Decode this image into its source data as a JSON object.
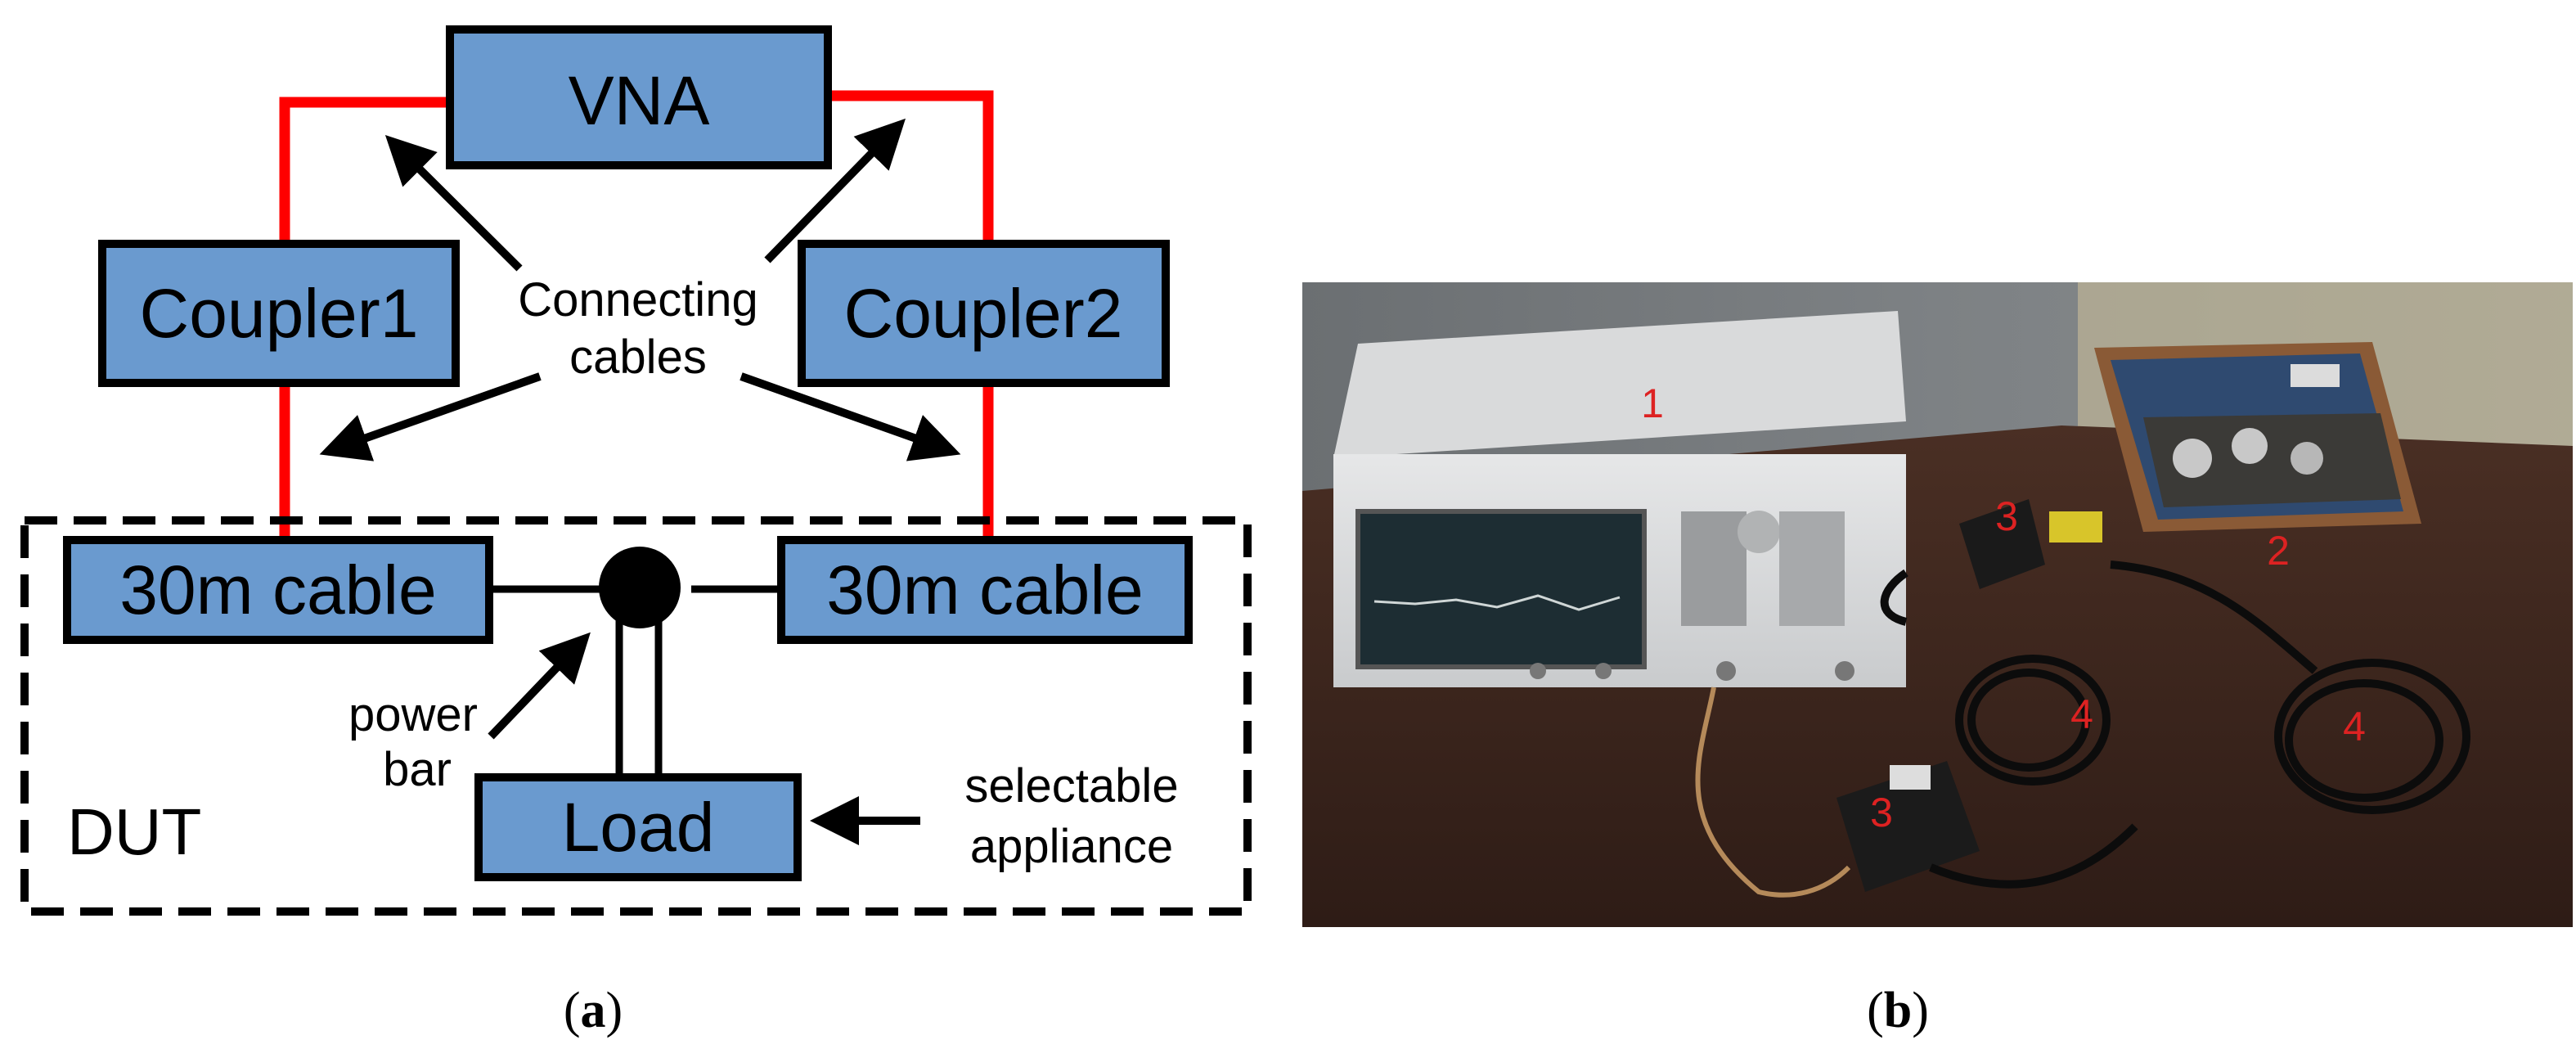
{
  "diagram": {
    "boxes": {
      "vna": "VNA",
      "coupler1": "Coupler1",
      "coupler2": "Coupler2",
      "cable_left": "30m cable",
      "cable_right": "30m cable",
      "load": "Load"
    },
    "annotations": {
      "connecting_line1": "Connecting",
      "connecting_line2": "cables",
      "power_line1": "power",
      "power_line2": "bar",
      "dut": "DUT",
      "selectable_line1": "selectable",
      "selectable_line2": "appliance"
    },
    "captions": {
      "a_open": "(",
      "a_letter": "a",
      "a_close": ")",
      "b_open": "(",
      "b_letter": "b",
      "b_close": ")"
    },
    "colors": {
      "box_fill": "#6a9acf",
      "box_stroke": "#000000",
      "cable_red": "#ff0000",
      "photo_label": "#dd2222"
    }
  },
  "photo": {
    "labels": [
      "1",
      "2",
      "3",
      "3",
      "4",
      "4"
    ]
  }
}
